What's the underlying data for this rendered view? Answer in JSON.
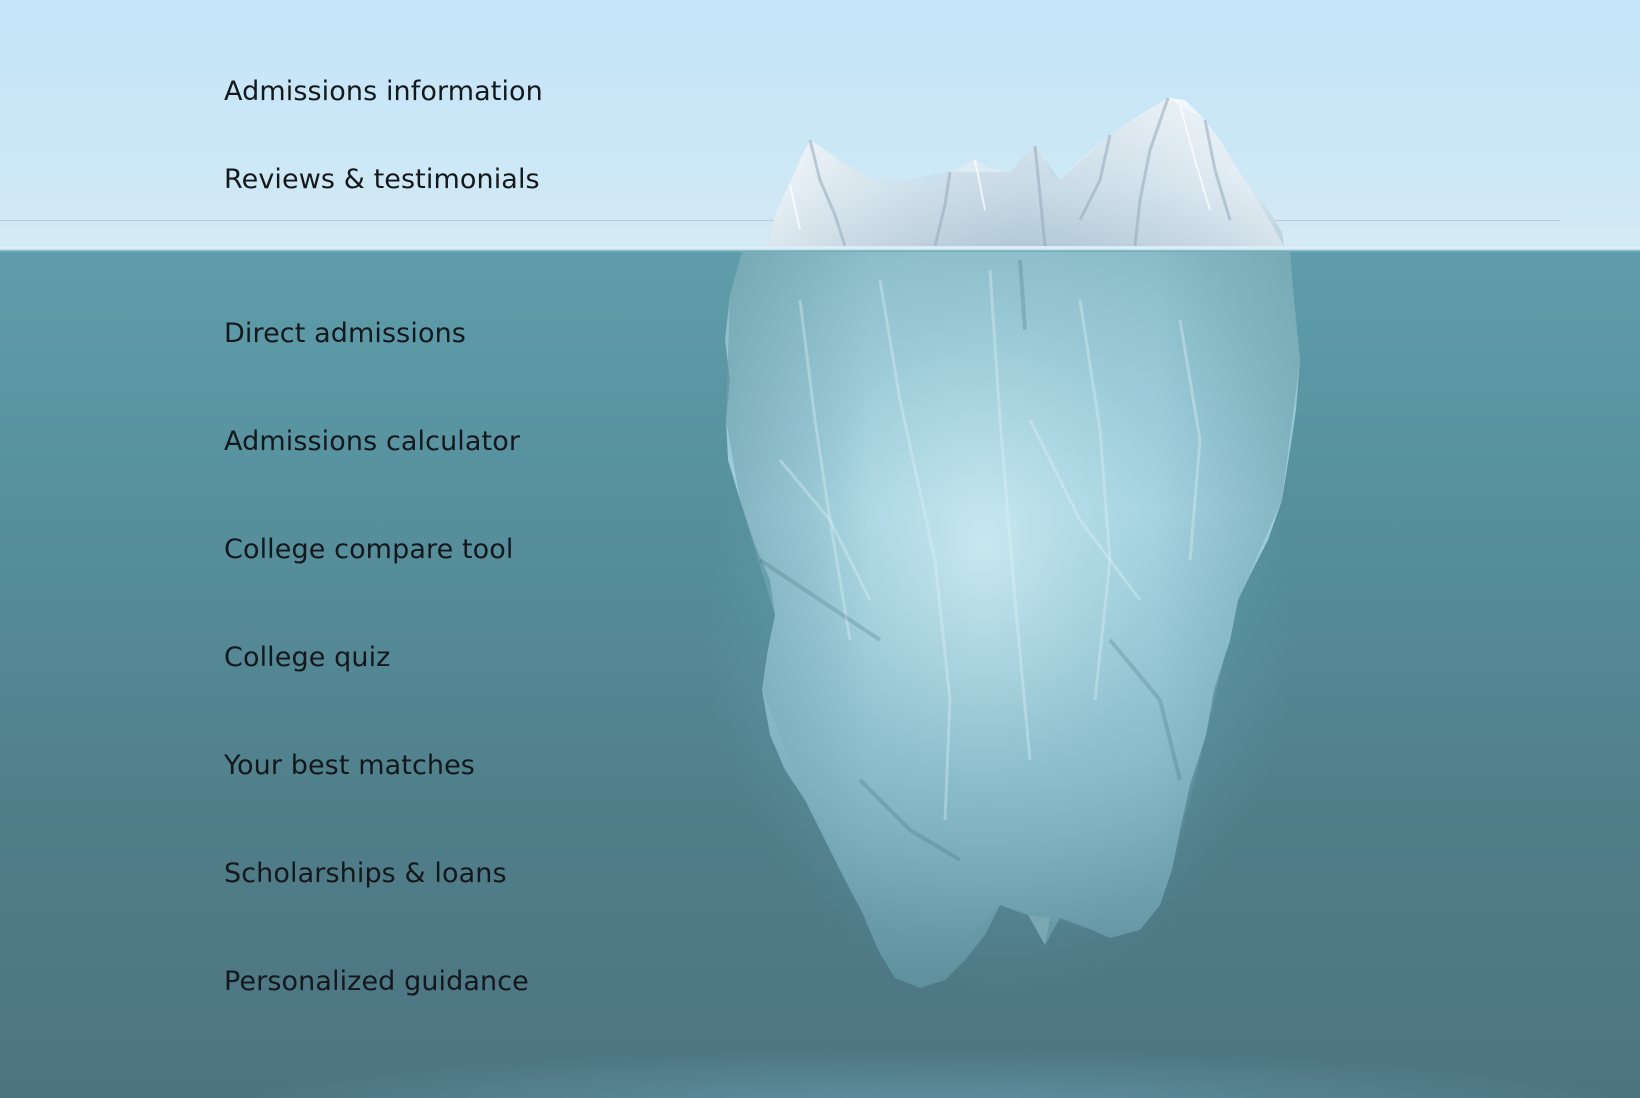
{
  "above_water": {
    "items": [
      {
        "label": "Admissions information"
      },
      {
        "label": "Reviews & testimonials"
      }
    ]
  },
  "below_water": {
    "items": [
      {
        "label": "Direct admissions"
      },
      {
        "label": "Admissions calculator"
      },
      {
        "label": "College compare tool"
      },
      {
        "label": "College quiz"
      },
      {
        "label": "Your best matches"
      },
      {
        "label": "Scholarships & loans"
      },
      {
        "label": "Personalized guidance"
      }
    ]
  },
  "colors": {
    "sky": "#c4e6f8",
    "water_top": "#5e9daa",
    "water_bottom": "#4d7481",
    "ice_tip": "#e8f2f8",
    "ice_body": "#8cc4d4",
    "label_text": "#14181c"
  },
  "icons": [
    "iceberg-illustration"
  ]
}
